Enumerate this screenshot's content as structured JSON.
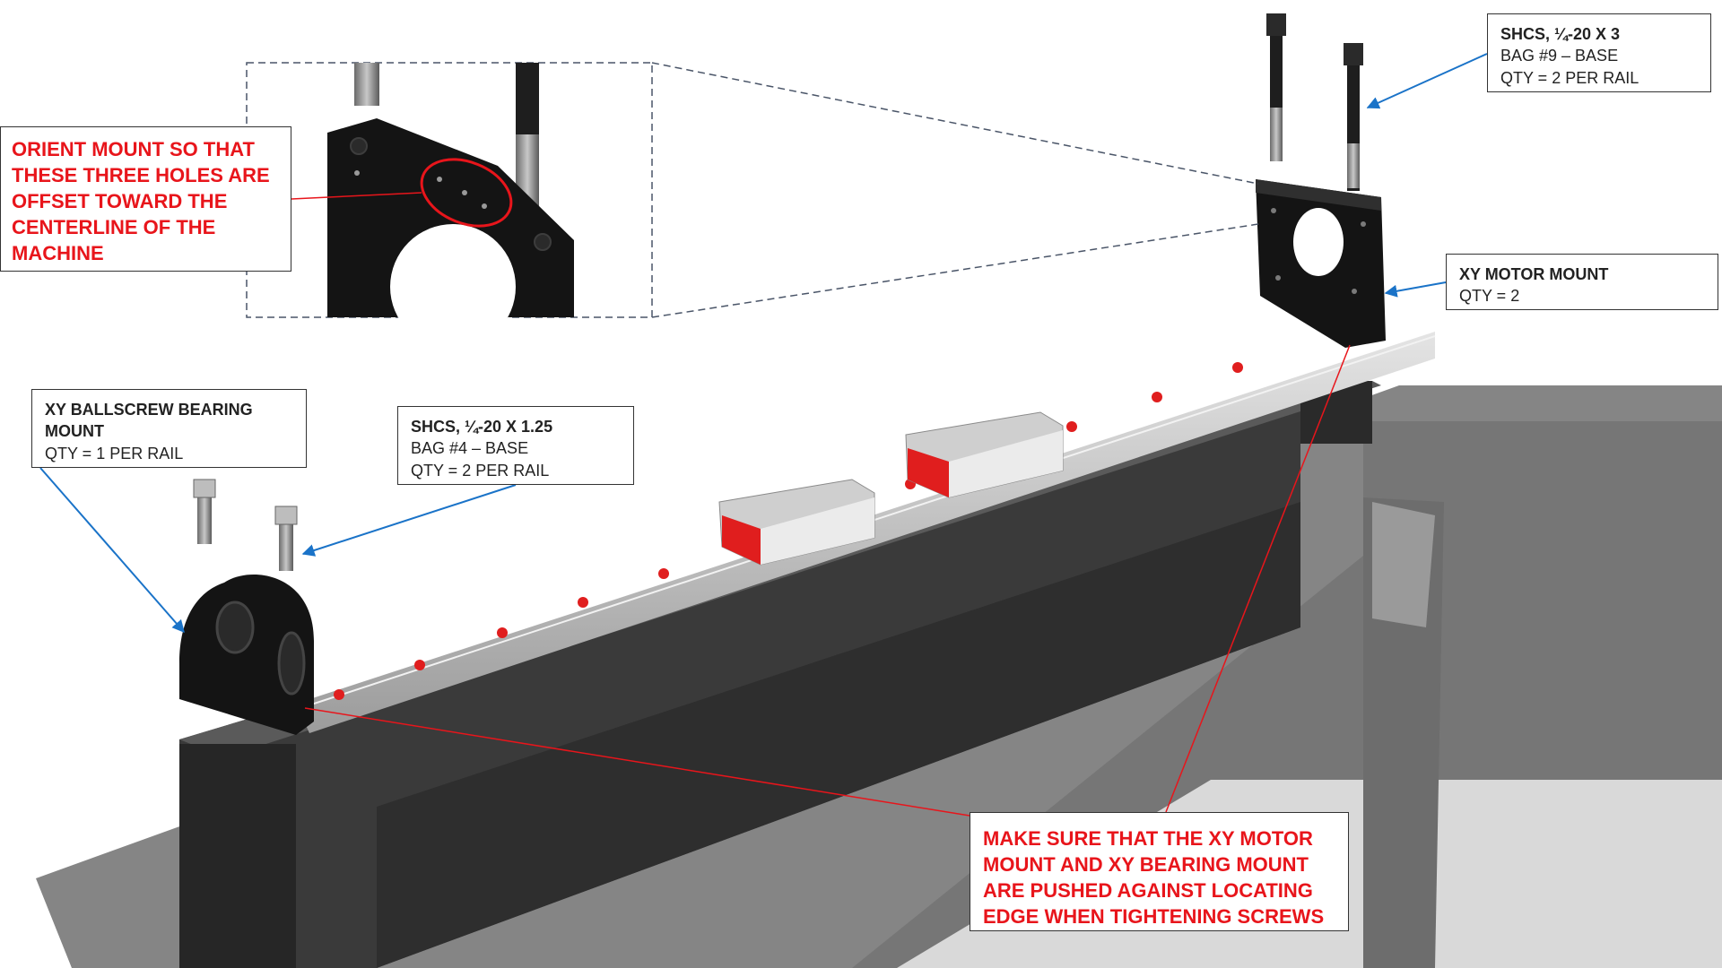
{
  "callouts": {
    "orient_mount": {
      "lines": [
        "ORIENT MOUNT SO THAT",
        "THESE THREE HOLES ARE",
        "OFFSET TOWARD THE",
        "CENTERLINE OF THE",
        "MACHINE"
      ]
    },
    "shcs_3": {
      "heading": "SHCS, ¼-20 X 3",
      "lines": [
        "BAG #9 – BASE",
        "QTY = 2 PER RAIL"
      ]
    },
    "motor_mount": {
      "heading": "XY MOTOR MOUNT",
      "lines": [
        "QTY = 2"
      ]
    },
    "bearing_mount": {
      "heading_lines": [
        "XY BALLSCREW BEARING",
        "MOUNT"
      ],
      "lines": [
        "QTY =  1 PER RAIL"
      ]
    },
    "shcs_125": {
      "heading": "SHCS, ¼-20 X 1.25",
      "lines": [
        "BAG #4 – BASE",
        "QTY = 2 PER RAIL"
      ]
    },
    "make_sure": {
      "lines": [
        "MAKE SURE THAT THE XY MOTOR",
        "MOUNT AND XY BEARING MOUNT",
        "ARE PUSHED AGAINST LOCATING",
        "EDGE WHEN TIGHTENING SCREWS"
      ]
    }
  },
  "colors": {
    "callout_red": "#e8151b",
    "leader_blue": "#1a73c8",
    "leader_red": "#e8151b",
    "part_black": "#141414",
    "beam_dark": "#3a3a3a",
    "table_gray": "#7a7a7a",
    "rail_silver": "#c9c9c9",
    "carriage_red": "#e01e1e"
  }
}
